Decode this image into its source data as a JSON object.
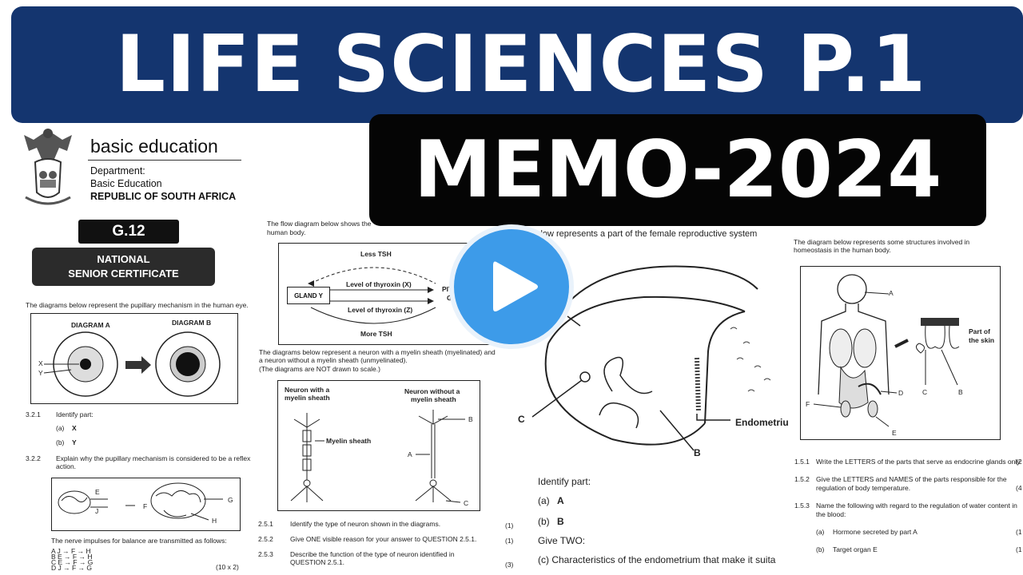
{
  "banner": {
    "title": "LIFE SCIENCES P.1",
    "subtitle": "MEMO-2024"
  },
  "header": {
    "org": "basic education",
    "dept1": "Department:",
    "dept2": "Basic Education",
    "country": "REPUBLIC OF SOUTH AFRICA",
    "grade": "G.12",
    "cert_line1": "NATIONAL",
    "cert_line2": "SENIOR CERTIFICATE"
  },
  "col1": {
    "intro": "The diagrams below represent the pupillary mechanism in the human eye.",
    "diagram_a": "DIAGRAM A",
    "diagram_b": "DIAGRAM B",
    "label_x": "X",
    "label_y": "Y",
    "q321": "3.2.1",
    "q321_text": "Identify part:",
    "q321a": "(a)",
    "q321a_val": "X",
    "q321b": "(b)",
    "q321b_val": "Y",
    "q322": "3.2.2",
    "q322_text": "Explain why the pupillary mechanism is considered to be a reflex action.",
    "brain_e": "E",
    "brain_f": "F",
    "brain_g": "G",
    "brain_h": "H",
    "brain_j": "J",
    "nerve_text": "The nerve impulses for balance are transmitted as follows:",
    "opt_a": "A   J → F → H",
    "opt_b": "B   E → F → H",
    "opt_c": "C   E → F → G",
    "opt_d": "D   J → F → G",
    "marks": "(10 x 2)"
  },
  "col2": {
    "intro_top": "The flow diagram below shows the",
    "intro_top2": "human body.",
    "less_tsh": "Less TSH",
    "more_tsh": "More TSH",
    "gland_y": "GLAND Y",
    "level_x": "Level of thyroxin (X)",
    "level_z": "Level of thyroxin (Z)",
    "pit": "PIT",
    "gl": "GL",
    "neuron_intro": "The diagrams below represent a neuron with a myelin sheath (myelinated) and a neuron without a myelin sheath (unmyelinated).",
    "neuron_note": "(The diagrams are NOT drawn to scale.)",
    "with_sheath1": "Neuron with a",
    "with_sheath2": "myelin sheath",
    "without_sheath1": "Neuron without a",
    "without_sheath2": "myelin sheath",
    "myelin_label": "Myelin sheath",
    "label_a": "A",
    "label_b": "B",
    "label_c": "C",
    "q251": "2.5.1",
    "q251_text": "Identify the type of neuron shown in the diagrams.",
    "q251_mark": "(1)",
    "q252": "2.5.2",
    "q252_text": "Give ONE visible reason for your answer to QUESTION 2.5.1.",
    "q252_mark": "(1)",
    "q253": "2.5.3",
    "q253_text1": "Describe the function of the type of neuron identified in",
    "q253_text2": "QUESTION 2.5.1.",
    "q253_mark": "(3)"
  },
  "col3": {
    "intro": "m below represents a part of the female reproductive system",
    "label_a": "A",
    "label_b": "B",
    "label_c": "C",
    "endometrium": "Endometriu",
    "identify": "Identify part:",
    "part_a": "(a)",
    "part_a_val": "A",
    "part_b": "(b)",
    "part_b_val": "B",
    "give_two": "Give TWO:",
    "cut_text": "(c)   Characteristics of the endometrium that make it suita"
  },
  "col4": {
    "intro": "The diagram below represents some structures involved in homeostasis in the human body.",
    "label_a": "A",
    "label_b": "B",
    "label_c": "C",
    "label_d": "D",
    "label_e": "E",
    "label_f": "F",
    "skin1": "Part of",
    "skin2": "the skin",
    "q151": "1.5.1",
    "q151_text": "Write the LETTERS of the parts that serve as endocrine glands only.",
    "q151_mark": "(2",
    "q152": "1.5.2",
    "q152_text1": "Give the LETTERS and NAMES of the parts responsible for the",
    "q152_text2": "regulation of body temperature.",
    "q152_mark": "(4",
    "q153": "1.5.3",
    "q153_text1": "Name the following with regard to the regulation of water content in",
    "q153_text2": "the blood:",
    "q153a": "(a)",
    "q153a_text": "Hormone secreted by part A",
    "q153a_mark": "(1",
    "q153b": "(b)",
    "q153b_text": "Target organ E",
    "q153b_mark": "(1"
  },
  "play_button": {
    "icon": "play-icon",
    "color": "#3d9be9"
  }
}
